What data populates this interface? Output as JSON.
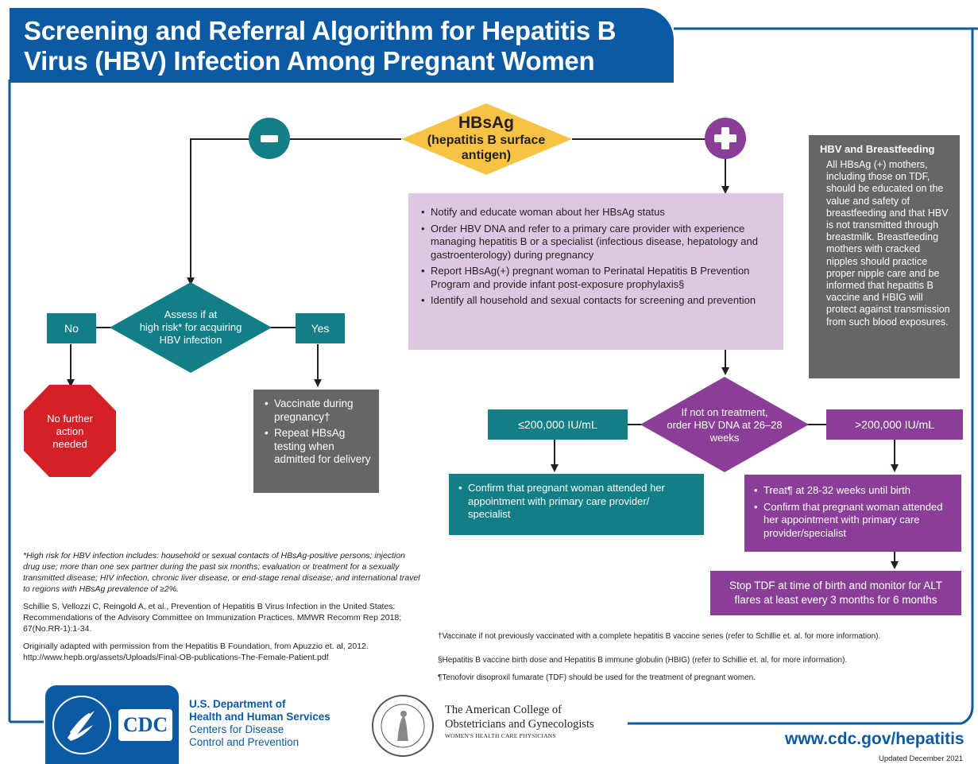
{
  "title": {
    "line1": "Screening and Referral Algorithm for Hepatitis B",
    "line2": "Virus (HBV) Infection Among Pregnant Women"
  },
  "hbsag": {
    "line1": "HBsAg",
    "line2": "(hepatitis B surface",
    "line3": "antigen)"
  },
  "negative_sign": "−",
  "positive_sign": "+",
  "positive_actions": [
    "Notify and educate woman about her HBsAg status",
    "Order HBV DNA and refer to a primary care provider with experience managing hepatitis B or a specialist (infectious disease, hepatology and gastroenterology) during pregnancy",
    "Report HBsAg(+) pregnant woman to Perinatal Hepatitis B Prevention Program and provide infant post-exposure prophylaxis§",
    "Identify all household and sexual contacts for screening and prevention"
  ],
  "breastfeeding": {
    "heading": "HBV and Breastfeeding",
    "text": "All HBsAg (+) mothers, including those on TDF, should be educated on the value and safety of breastfeeding and that HBV is not transmitted through breastmilk. Breastfeeding mothers with cracked nipples should practice proper nipple care and be informed that hepatitis B vaccine and HBIG will protect against transmission from such blood exposures."
  },
  "risk": {
    "line1": "Assess if at",
    "line2": "high risk* for acquiring",
    "line3": "HBV infection",
    "no": "No",
    "yes": "Yes"
  },
  "no_action": {
    "line1": "No further",
    "line2": "action",
    "line3": "needed"
  },
  "vaccinate_items": [
    "Vaccinate during pregnancy†",
    "Repeat HBsAg testing when admitted for delivery"
  ],
  "dna": {
    "line1": "If not on treatment,",
    "line2": "order HBV DNA at 26–28",
    "line3": "weeks",
    "low": "≤200,000 IU/mL",
    "high": ">200,000 IU/mL"
  },
  "confirm_low": "Confirm that pregnant woman attended her appointment with primary care provider/ specialist",
  "treat_items": [
    "Treat¶ at 28-32 weeks until birth",
    "Confirm that pregnant woman attended her appointment with primary care provider/specialist"
  ],
  "stop_tdf": {
    "line1": "Stop TDF at time of birth and monitor for ALT",
    "line2": "flares at least every 3 months for 6 months"
  },
  "footnotes_left": {
    "high_risk": "*High risk for HBV infection includes: household or sexual contacts of HBsAg-positive persons; injection drug use; more than one sex partner during the past six months; evaluation or treatment for a sexually transmitted disease; HIV infection, chronic liver disease, or end-stage renal disease; and international travel to regions with HBsAg prevalence of ≥2%.",
    "reference": "Schillie S, Vellozzi C, Reingold A, et al., Prevention of Hepatitis B Virus Infection in the United States: Recommendations of the Advisory Committee on Immunization Practices. MMWR Recomm Rep 2018; 67(No.RR-1):1-34.",
    "adapted": "Originally adapted with permission from the Hepatitis B Foundation, from Apuzzio et. al, 2012.",
    "url": "http://www.hepb.org/assets/Uploads/Final-OB-publications-The-Female-Patient.pdf"
  },
  "footnotes_right": {
    "dagger": "†Vaccinate if not previously vaccinated with a complete hepatitis B vaccine series (refer to Schillie et. al. for more information).",
    "section": "§Hepatitis B vaccine birth dose and Hepatitis B immune globulin (HBIG) (refer to Schillie et. al. for more information).",
    "pilcrow": "¶Tenofovir disoproxil fumarate (TDF) should be used for the treatment of pregnant women."
  },
  "hhs": {
    "line1": "U.S. Department of",
    "line2": "Health and Human Services",
    "line3": "Centers for Disease",
    "line4": "Control and Prevention"
  },
  "cdc_logo_text": "CDC",
  "acog": {
    "line1": "The American College of",
    "line2": "Obstetricians and Gynecologists",
    "line3": "WOMEN'S HEALTH CARE PHYSICIANS"
  },
  "website": "www.cdc.gov/hepatitis",
  "updated": "Updated December 2021",
  "colors": {
    "title_blue": "#0b5aa3",
    "teal": "#127f86",
    "purple": "#8b3e97",
    "lavender": "#dcc8e3",
    "gold": "#f8c345",
    "gray": "#656668",
    "red": "#d42027"
  }
}
